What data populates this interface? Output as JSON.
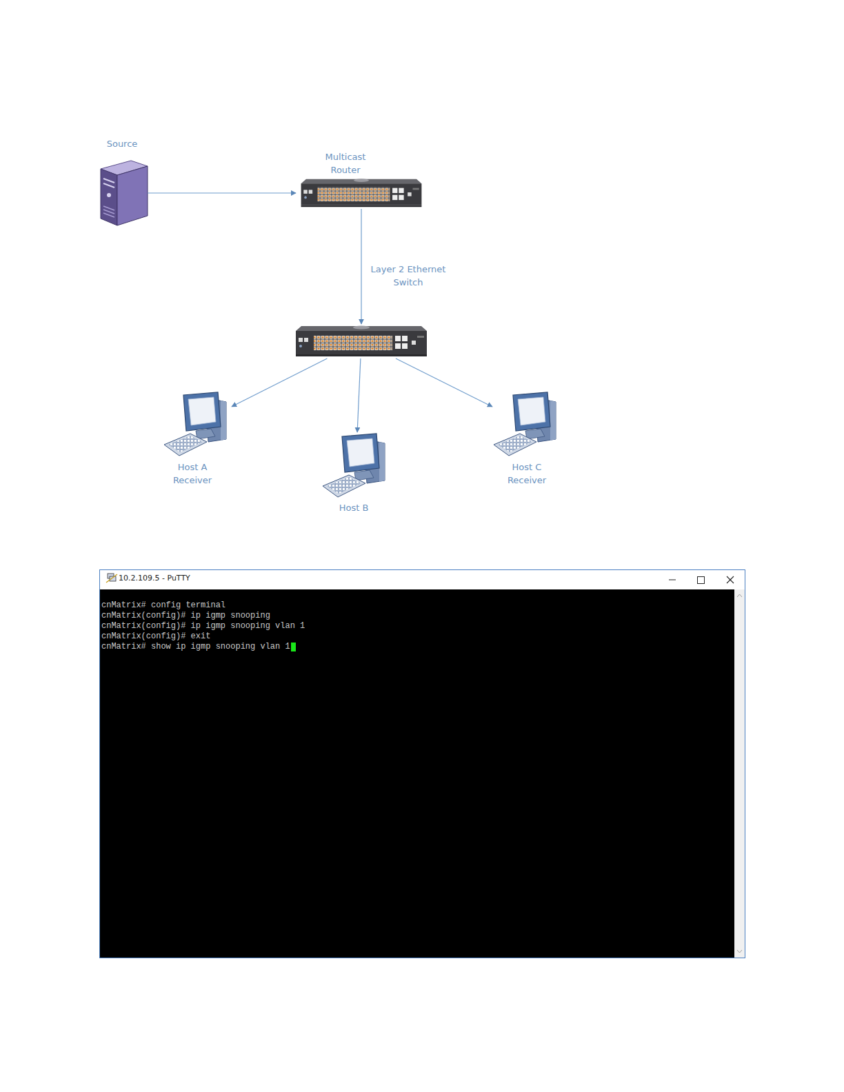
{
  "diagram": {
    "nodes": [
      {
        "text": [
          "Source"
        ]
      },
      {
        "text": [
          "Multicast Router"
        ]
      },
      {
        "text": [
          "Layer 2 Ethernet Switch"
        ]
      },
      {
        "text": [
          "Host A Receiver"
        ]
      },
      {
        "text": [
          "Host B"
        ]
      },
      {
        "text": [
          "Host C Receiver"
        ]
      }
    ],
    "edges": [
      {
        "from": 0,
        "to": 1,
        "arrow": "to"
      },
      {
        "from": 1,
        "to": 2,
        "arrow": "to"
      },
      {
        "from": 2,
        "to": 3,
        "arrow": "to"
      },
      {
        "from": 2,
        "to": 4,
        "arrow": "to"
      },
      {
        "from": 2,
        "to": 5,
        "arrow": "to"
      }
    ],
    "labels": [
      "10.2.109.5 - PuTTY",
      "cnMatrix# config terminal",
      "cnMatrix(config)# ip igmp snooping",
      "cnMatrix(config)# ip igmp snooping vlan 1",
      "cnMatrix(config)# exit",
      "cnMatrix# show ip igmp snooping vlan 1"
    ]
  }
}
